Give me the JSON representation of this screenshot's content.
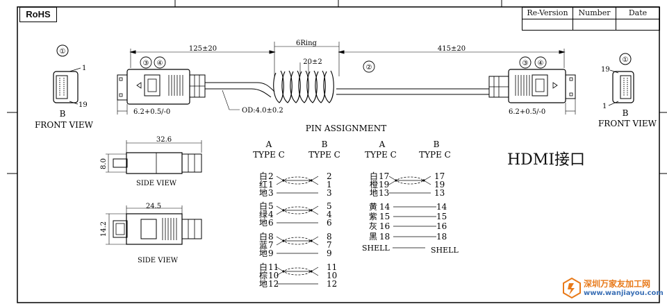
{
  "rohs": "RoHS",
  "rev_table": {
    "col1": "Re-Version",
    "col2": "Number",
    "col3": "Date"
  },
  "views": {
    "left_front": {
      "num": "①",
      "pin_top": "1",
      "pin_bottom": "19",
      "label1": "B",
      "label2": "FRONT VIEW"
    },
    "right_front": {
      "num": "①",
      "pin_top": "19",
      "pin_bottom": "1",
      "label1": "B",
      "label2": "FRONT VIEW"
    },
    "side_view_1": {
      "dim_w": "32.6",
      "dim_h": "8.0",
      "label": "SIDE VIEW"
    },
    "side_view_2": {
      "dim_w": "24.5",
      "dim_h": "14.2",
      "label": "SIDE VIEW"
    }
  },
  "cable": {
    "dim_left": "125±20",
    "dim_ring": "6Ring",
    "dim_coil": "20±2",
    "dim_right": "415±20",
    "left_tip": "6.2+0.5/-0",
    "right_tip": "6.2+0.5/-0",
    "od": "OD:4.0±0.2",
    "callout_3": "③",
    "callout_4": "④",
    "callout_2": "②"
  },
  "pin_title": "PIN ASSIGNMENT",
  "col_head": {
    "a": "A",
    "b": "B",
    "type": "TYPE C"
  },
  "group_left": [
    {
      "labels": [
        "白",
        "红",
        "地"
      ],
      "a": [
        "2",
        "1",
        "3"
      ],
      "b": [
        "2",
        "1",
        "3"
      ]
    },
    {
      "labels": [
        "白",
        "绿",
        "地"
      ],
      "a": [
        "5",
        "4",
        "6"
      ],
      "b": [
        "5",
        "4",
        "6"
      ]
    },
    {
      "labels": [
        "白",
        "蓝",
        "地"
      ],
      "a": [
        "8",
        "7",
        "9"
      ],
      "b": [
        "8",
        "7",
        "9"
      ]
    },
    {
      "labels": [
        "白",
        "棕",
        "地"
      ],
      "a": [
        "11",
        "10",
        "12"
      ],
      "b": [
        "11",
        "10",
        "12"
      ]
    }
  ],
  "group_right_top": {
    "labels": [
      "白",
      "橙",
      "地"
    ],
    "a": [
      "17",
      "19",
      "13"
    ],
    "b": [
      "17",
      "19",
      "13"
    ]
  },
  "group_right_single": [
    {
      "label": "黄",
      "a": "14",
      "b": "14"
    },
    {
      "label": "紫",
      "a": "15",
      "b": "15"
    },
    {
      "label": "灰",
      "a": "16",
      "b": "16"
    },
    {
      "label": "黑",
      "a": "18",
      "b": "18"
    }
  ],
  "shell": {
    "a": "SHELL",
    "b": "SHELL"
  },
  "hdmi_label": "HDMI接口",
  "watermark": {
    "line1": "深圳万家友加工网",
    "line2": "www.wanjiayou.com"
  },
  "colors": {
    "line": "#111111",
    "watermark_orange": "#e87a1a",
    "watermark_blue": "#3a6fb5"
  }
}
